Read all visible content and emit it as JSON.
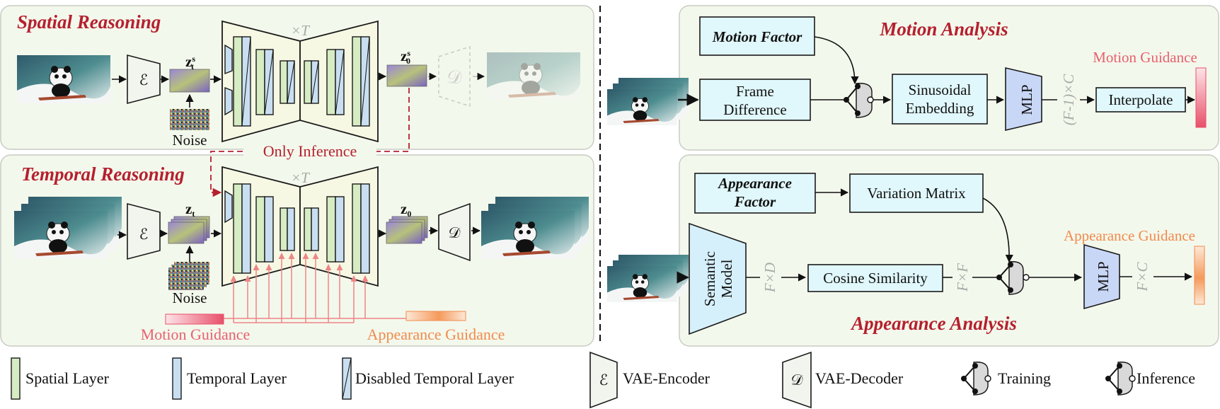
{
  "left": {
    "spatial": {
      "title": "Spatial Reasoning",
      "latent_noisy": "z",
      "latent_noisy_sup": "s",
      "latent_noisy_sub": "t",
      "latent_clean": "z",
      "latent_clean_sup": "s",
      "latent_clean_sub": "0",
      "noise_label": "Noise",
      "repeat_label": "×T",
      "only_inference": "Only Inference"
    },
    "temporal": {
      "title": "Temporal Reasoning",
      "latent_noisy": "z",
      "latent_noisy_sub": "t",
      "latent_clean": "z",
      "latent_clean_sub": "0",
      "noise_label": "Noise",
      "repeat_label": "×T",
      "motion_guidance": "Motion Guidance",
      "appearance_guidance": "Appearance Guidance"
    },
    "encoder_glyph": "ℰ",
    "decoder_glyph": "𝒟"
  },
  "motion": {
    "title": "Motion Analysis",
    "factor": "Motion Factor",
    "frame_diff": [
      "Frame",
      "Difference"
    ],
    "sinusoidal": [
      "Sinusoidal",
      "Embedding"
    ],
    "mlp": "MLP",
    "dim": "(F-1)×C",
    "interpolate": "Interpolate",
    "guidance": "Motion Guidance"
  },
  "appearance": {
    "title": "Appearance Analysis",
    "factor": [
      "Appearance",
      "Factor"
    ],
    "variation": "Variation Matrix",
    "semantic": [
      "Semantic",
      "Model"
    ],
    "dim_fd": "F×D",
    "cosine": "Cosine Similarity",
    "dim_ff": "F×F",
    "mlp": "MLP",
    "dim_fc": "F×C",
    "guidance": "Appearance Guidance"
  },
  "legend": {
    "spatial": "Spatial Layer",
    "temporal": "Temporal Layer",
    "disabled": "Disabled Temporal Layer",
    "encoder": "VAE-Encoder",
    "decoder": "VAE-Decoder",
    "training": "Training",
    "inference": "Inference"
  },
  "colors": {
    "section_title": "#b5202e",
    "motion_guidance": "#e8606e",
    "appearance_guidance": "#f28a4c",
    "panel_bg": "#f3f8ec",
    "box_fill": "#e0f7fb",
    "spatial_layer": "#d6ecc3",
    "temporal_layer": "#c9dff1",
    "mlp": "#c9d7f7"
  }
}
